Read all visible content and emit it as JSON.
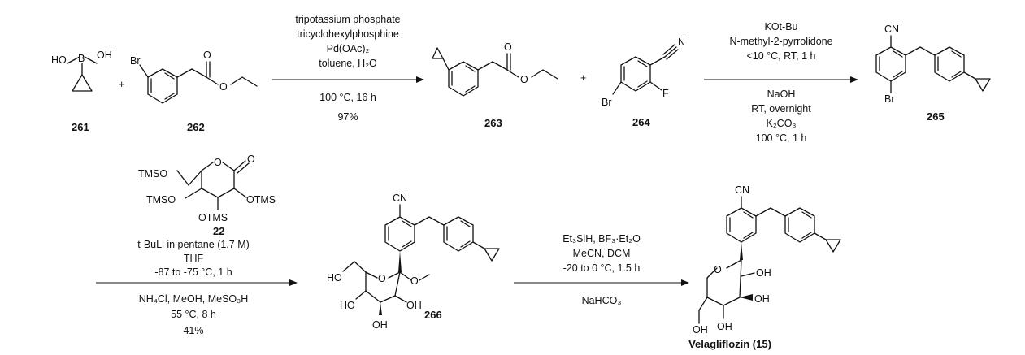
{
  "compounds": {
    "c261": {
      "label": "261",
      "atoms": {
        "ho": "HO",
        "b": "B",
        "oh": "OH"
      }
    },
    "c262": {
      "label": "262",
      "atoms": {
        "br": "Br",
        "o1": "O",
        "o2": "O"
      }
    },
    "c263": {
      "label": "263",
      "atoms": {
        "o1": "O",
        "o2": "O"
      }
    },
    "c264": {
      "label": "264",
      "atoms": {
        "br": "Br",
        "n": "N",
        "f": "F"
      }
    },
    "c265": {
      "label": "265",
      "atoms": {
        "cn": "CN",
        "br": "Br"
      }
    },
    "c22": {
      "label": "22",
      "atoms": {
        "tms1": "TMSO",
        "o_ring": "O",
        "o_co": "O",
        "tms2": "TMSO",
        "otms1": "OTMS",
        "otms2": "OTMS"
      }
    },
    "c266": {
      "label": "266",
      "atoms": {
        "cn": "CN",
        "ho": "HO",
        "o_ring": "O",
        "ome": "O",
        "ho2": "HO",
        "oh1": "OH",
        "oh2": "OH"
      }
    },
    "c15": {
      "label": "Velagliflozin (15)",
      "atoms": {
        "cn": "CN",
        "o_ring": "O",
        "oh1": "OH",
        "oh2": "OH",
        "oh3": "OH",
        "oh4": "OH"
      }
    }
  },
  "plus": "+",
  "step1": {
    "above": [
      "tripotassium phosphate",
      "tricyclohexylphosphine",
      "Pd(OAc)₂",
      "toluene, H₂O"
    ],
    "below": [
      "100 °C, 16 h",
      "97%"
    ]
  },
  "step2": {
    "above": [
      "KOt-Bu",
      "N-methyl-2-pyrrolidone",
      "<10 °C, RT, 1 h"
    ],
    "below": [
      "NaOH",
      "RT, overnight",
      "K₂CO₃",
      "100 °C, 1 h"
    ]
  },
  "step3": {
    "above": [
      "t-BuLi in pentane (1.7 M)",
      "THF",
      "-87 to -75 °C, 1 h"
    ],
    "below": [
      "NH₄Cl, MeOH, MeSO₃H",
      "55 °C, 8 h",
      "41%"
    ]
  },
  "step4": {
    "above": [
      "Et₃SiH, BF₃·Et₂O",
      "MeCN, DCM",
      "-20 to 0 °C, 1.5 h"
    ],
    "below": [
      "NaHCO₃"
    ]
  }
}
